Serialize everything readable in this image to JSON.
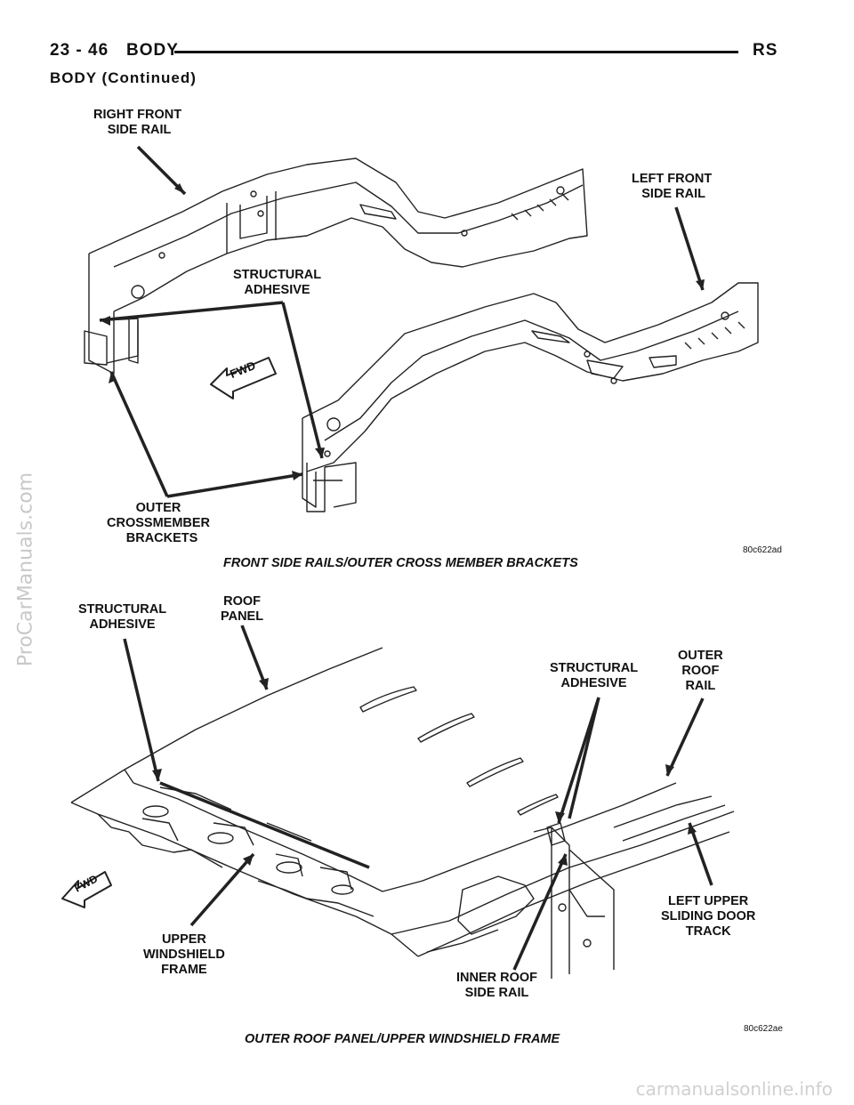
{
  "header": {
    "page_number": "23 - 46",
    "section": "BODY",
    "model": "RS",
    "continued": "BODY (Continued)"
  },
  "figure1": {
    "labels": {
      "right_front_side_rail": "RIGHT FRONT\n SIDE RAIL",
      "left_front_side_rail": "LEFT FRONT\n SIDE RAIL",
      "structural_adhesive": "STRUCTURAL\nADHESIVE",
      "outer_crossmember_brackets": "OUTER\nCROSSMEMBER\n  BRACKETS",
      "fwd": "FWD"
    },
    "figure_id": "80c622ad",
    "caption": "FRONT SIDE RAILS/OUTER CROSS MEMBER BRACKETS"
  },
  "figure2": {
    "labels": {
      "structural_adhesive_left": "STRUCTURAL\nADHESIVE",
      "roof_panel": "ROOF\nPANEL",
      "structural_adhesive_right": "STRUCTURAL\nADHESIVE",
      "outer_roof_rail": "OUTER\nROOF\nRAIL",
      "upper_windshield_frame": "UPPER\nWINDSHIELD\nFRAME",
      "inner_roof_side_rail": "INNER ROOF\nSIDE RAIL",
      "left_upper_sliding_door_track": "LEFT UPPER\nSLIDING DOOR\nTRACK",
      "fwd": "FWD"
    },
    "figure_id": "80c622ae",
    "caption": "OUTER ROOF PANEL/UPPER WINDSHIELD FRAME"
  },
  "watermarks": {
    "side": "ProCarManuals.com",
    "footer": "carmanualsonline.info"
  }
}
